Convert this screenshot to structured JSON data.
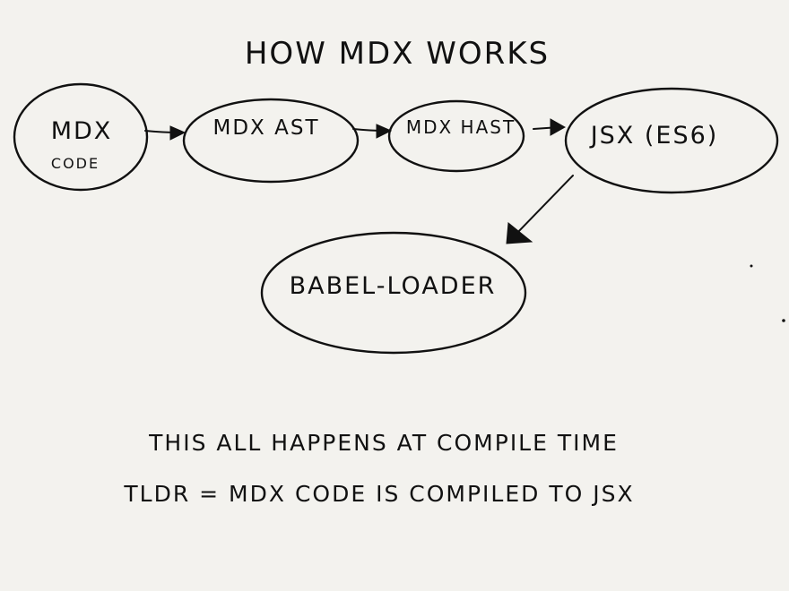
{
  "title": "HOW MDX WORKS",
  "nodes": {
    "mdx_code": {
      "line1": "MDX",
      "line2": "CODE"
    },
    "mdx_ast": {
      "label": "MDX AST"
    },
    "mdx_hast": {
      "label": "MDX HAST"
    },
    "jsx": {
      "label": "JSX (ES6)"
    },
    "babel": {
      "label": "BABEL-LOADER"
    }
  },
  "edges": [
    {
      "from": "mdx_code",
      "to": "mdx_ast"
    },
    {
      "from": "mdx_ast",
      "to": "mdx_hast"
    },
    {
      "from": "mdx_hast",
      "to": "jsx"
    },
    {
      "from": "jsx",
      "to": "babel"
    }
  ],
  "notes": {
    "line1": "THIS ALL HAPPENS AT COMPILE TIME",
    "line2": "TLDR = MDX CODE IS COMPILED TO JSX"
  },
  "colors": {
    "background": "#f3f2ee",
    "ink": "#111111"
  }
}
